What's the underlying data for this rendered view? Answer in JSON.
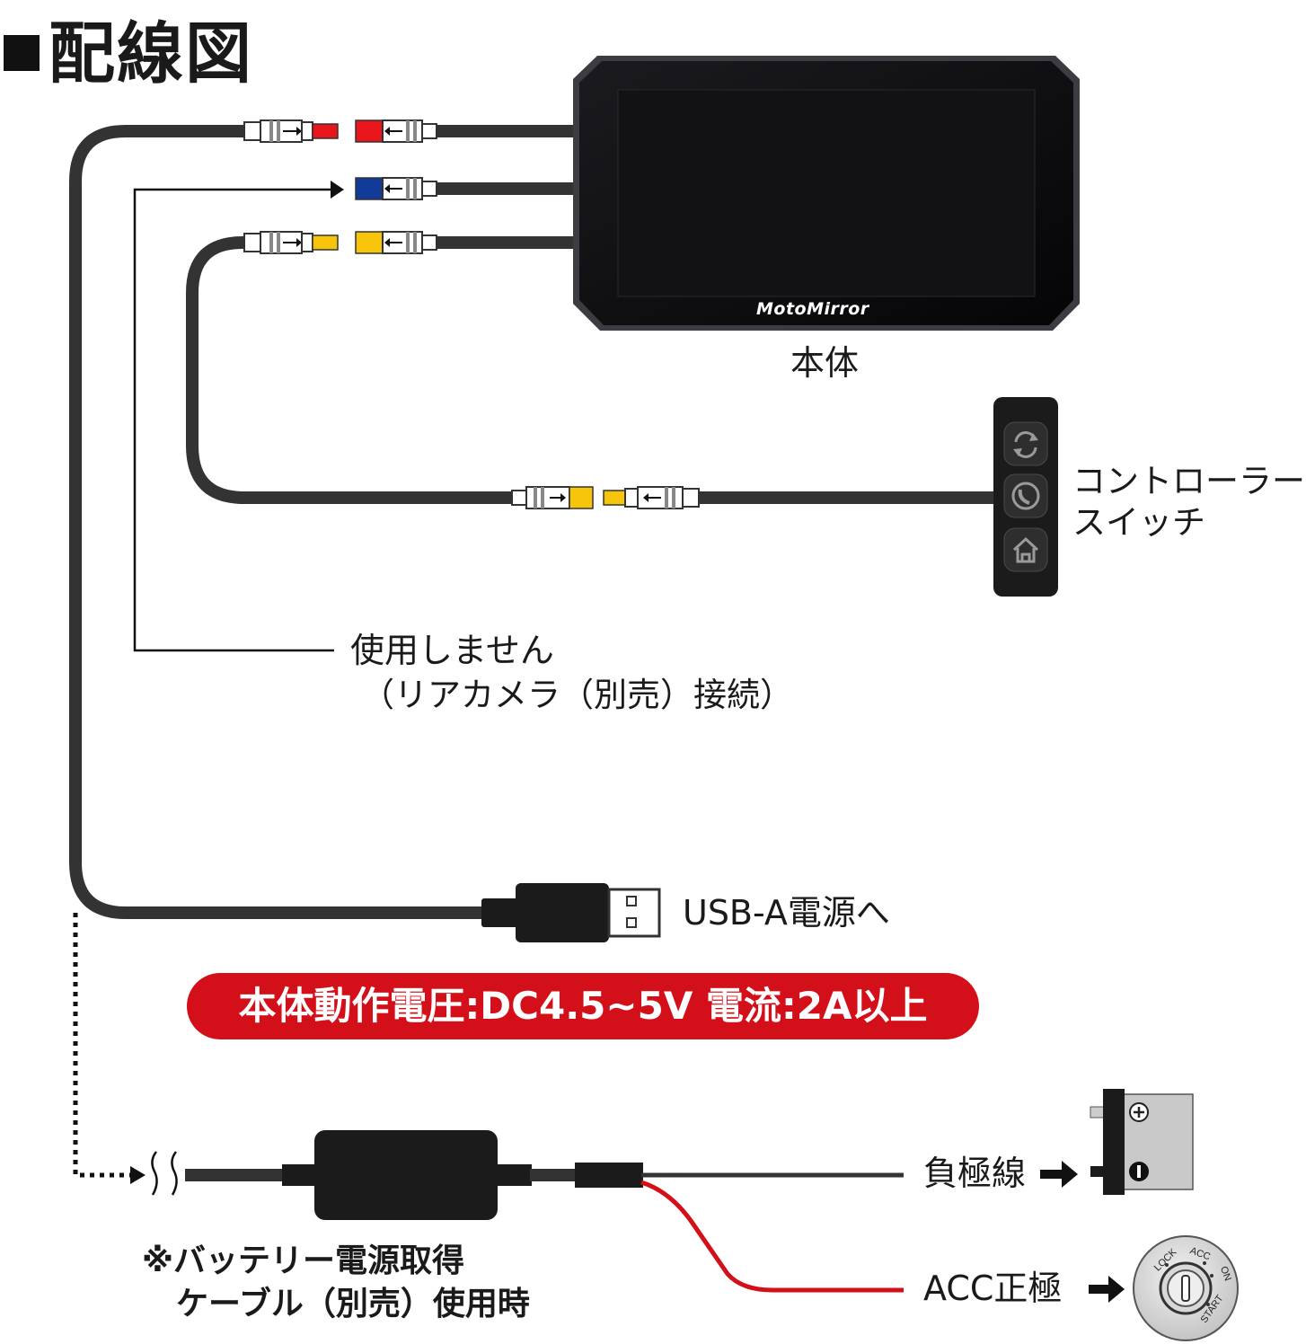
{
  "title": "配線図",
  "device": {
    "label": "本体",
    "brand": "MotoMirror"
  },
  "controller": {
    "label_line1": "コントローラー",
    "label_line2": "スイッチ"
  },
  "unused": {
    "line1": "使用しません",
    "line2": "（リアカメラ（別売）接続）"
  },
  "usb": {
    "label": "USB-A電源へ"
  },
  "spec_banner": "本体動作電圧:DC4.5~5V 電流:2A以上",
  "battery_cable": {
    "line1": "※バッテリー電源取得",
    "line2": "ケーブル（別売）使用時"
  },
  "negative_label": "負極線",
  "acc_label": "ACC正極",
  "key_switch": {
    "lock": "LOCK",
    "acc": "ACC",
    "on": "ON",
    "start": "START"
  },
  "colors": {
    "red_connector": "#e8161b",
    "blue_connector": "#123a9a",
    "yellow_connector": "#f6c40a",
    "acc_wire": "#d3101a",
    "spec_banner": "#d3101a"
  },
  "icons": [
    "refresh-icon",
    "phone-icon",
    "home-icon",
    "arrow-right-icon",
    "plus-icon",
    "minus-icon"
  ]
}
